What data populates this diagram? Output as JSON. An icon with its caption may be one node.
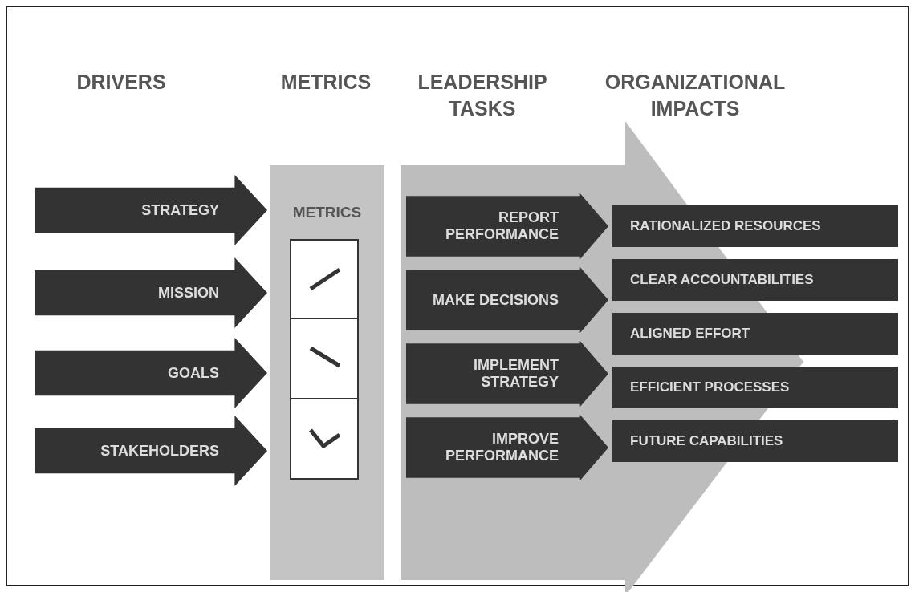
{
  "diagram": {
    "nodes": [
      {
        "text": [
          "STRATEGY"
        ]
      },
      {
        "text": [
          "MISSION"
        ]
      },
      {
        "text": [
          "GOALS"
        ]
      },
      {
        "text": [
          "STAKEHOLDERS"
        ]
      },
      {
        "text": [
          "METRICS"
        ]
      },
      {
        "text": [],
        "shape": "box",
        "in": 4
      },
      {
        "text": [],
        "shape": "box",
        "in": 4
      },
      {
        "text": [],
        "shape": "box",
        "in": 4
      },
      {
        "text": [],
        "shape": "arrow"
      },
      {
        "text": [
          "REPORT PERFORMANCE"
        ],
        "in": 8
      },
      {
        "text": [
          "MAKE DECISIONS"
        ],
        "in": 8
      },
      {
        "text": [
          "IMPLEMENT STRATEGY"
        ],
        "in": 8
      },
      {
        "text": [
          "IMPROVE PERFORMANCE"
        ],
        "in": 8
      },
      {
        "text": [
          "RATIONALIZED RESOURCES"
        ]
      },
      {
        "text": [
          "CLEAR ACCOUNTABILITIES"
        ]
      },
      {
        "text": [
          "ALIGNED EFFORT"
        ]
      },
      {
        "text": [
          "EFFICIENT PROCESSES"
        ]
      },
      {
        "text": [
          "FUTURE CAPABILITIES"
        ]
      }
    ],
    "labels": [
      "DRIVERS",
      "METRICS",
      "LEADERSHIP TASKS",
      "ORGANIZATIONAL IMPACTS"
    ]
  }
}
